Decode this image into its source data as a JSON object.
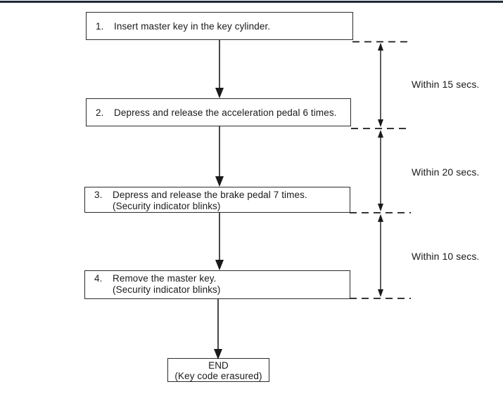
{
  "page": {
    "background": "#ffffff",
    "top_rule_color": "#1e2b38",
    "ink_color": "#1a1a1a"
  },
  "flowchart": {
    "steps": [
      {
        "number": "1.",
        "text": "Insert master key in the key cylinder."
      },
      {
        "number": "2.",
        "text": "Depress and release the acceleration pedal 6 times."
      },
      {
        "number": "3.",
        "text": "Depress and release the brake pedal 7 times.",
        "note": "(Security indicator blinks)"
      },
      {
        "number": "4.",
        "text": "Remove the master key.",
        "note": "(Security indicator blinks)"
      }
    ],
    "end": {
      "title": "END",
      "subtitle": "(Key code erasured)"
    },
    "timers": [
      {
        "label": "Within 15 secs."
      },
      {
        "label": "Within 20 secs."
      },
      {
        "label": "Within 10 secs."
      }
    ]
  }
}
